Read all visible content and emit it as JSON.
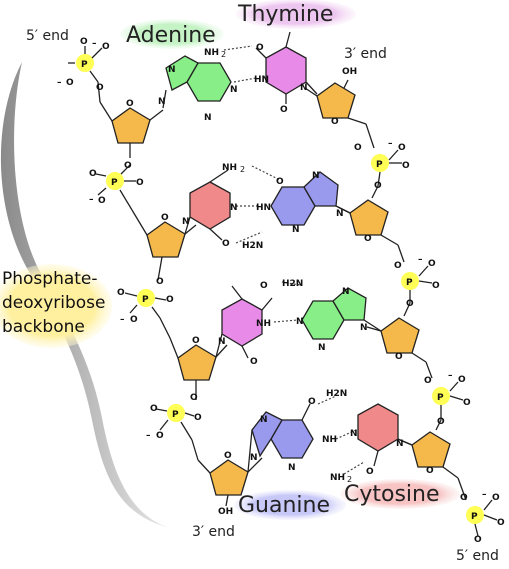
{
  "labels": {
    "five_end_top": "5′ end",
    "three_end_top": "3′ end",
    "three_end_bottom": "3′ end",
    "five_end_bottom": "5′ end",
    "adenine": "Adenine",
    "thymine": "Thymine",
    "guanine": "Guanine",
    "cytosine": "Cytosine",
    "backbone_1": "Phosphate-",
    "backbone_2": "deoxyribose",
    "backbone_3": "backbone"
  },
  "atoms": {
    "P": "P",
    "O": "O",
    "O_minus": "O",
    "minus": "–",
    "OH": "OH",
    "N": "N",
    "NH": "NH",
    "NH2": "NH",
    "H2N": "H2N",
    "HN": "HN",
    "sub2": "2"
  },
  "colors": {
    "adenine": "#88ee88",
    "thymine": "#e88be8",
    "guanine": "#9999ee",
    "cytosine": "#f08a8a",
    "sugar": "#f5b84a",
    "phosphate": "#ffff55",
    "backbone_highlight": "#fff0a0",
    "guanine_label_bg": "#c8c8f8",
    "cytosine_label_bg": "#f7c3c3",
    "adenine_label_bg": "#c6f3c6",
    "thymine_label_bg": "#edc6ef"
  }
}
